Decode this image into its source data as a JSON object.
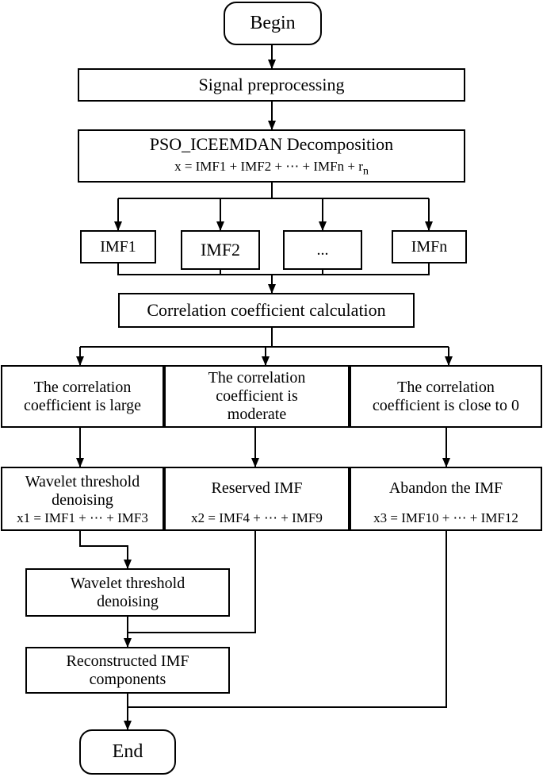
{
  "nodes": {
    "begin": "Begin",
    "preprocess": "Signal preprocessing",
    "decomp_title": "PSO_ICEEMDAN Decomposition",
    "decomp_formula_main": "x = IMF1 + IMF2 + ⋯ + IMFn + r",
    "decomp_formula_sub": "n",
    "imf1": "IMF1",
    "imf2": "IMF2",
    "imf_dots": "...",
    "imfn": "IMFn",
    "corr_calc": "Correlation coefficient calculation",
    "large": "The correlation\ncoefficient is large",
    "moderate": "The correlation\ncoefficient is\nmoderate",
    "close0": "The correlation\ncoefficient is close to 0",
    "wavelet1_title": "Wavelet threshold\ndenoising",
    "wavelet1_formula": "x1 = IMF1 + ⋯ + IMF3",
    "reserved_title": "Reserved IMF",
    "reserved_formula": "x2 = IMF4 + ⋯ + IMF9",
    "abandon_title": "Abandon the IMF",
    "abandon_formula": "x3 = IMF10 + ⋯ + IMF12",
    "wavelet2": "Wavelet threshold\ndenoising",
    "reconstruct": "Reconstructed IMF\ncomponents",
    "end": "End"
  },
  "colors": {
    "line": "#000000",
    "background": "#ffffff"
  }
}
